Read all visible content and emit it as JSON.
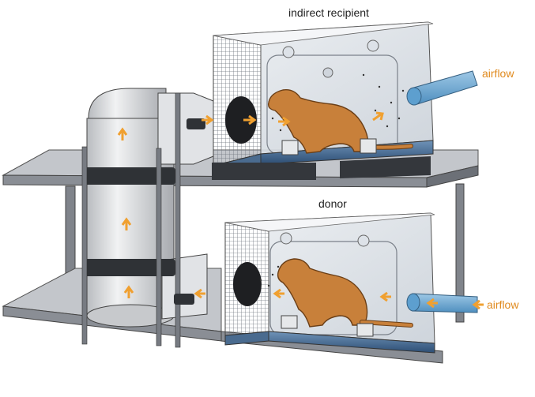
{
  "labels": {
    "top_cage": "indirect recipient",
    "bottom_cage": "donor",
    "airflow_top": "airflow",
    "airflow_bottom": "airflow"
  },
  "colors": {
    "airflow_text": "#e08a1e",
    "arrow": "#f0a030",
    "ferret": "#c8803a",
    "shelf": "#8a8e95",
    "cage_glass": "#dfe4ea",
    "cage_floor": "#3c5f86",
    "duct": "#d5d7da",
    "dark_block": "#34373c"
  },
  "icons": [
    "ferret-icon",
    "flow-arrow-icon",
    "fan-icon",
    "tube-icon"
  ]
}
